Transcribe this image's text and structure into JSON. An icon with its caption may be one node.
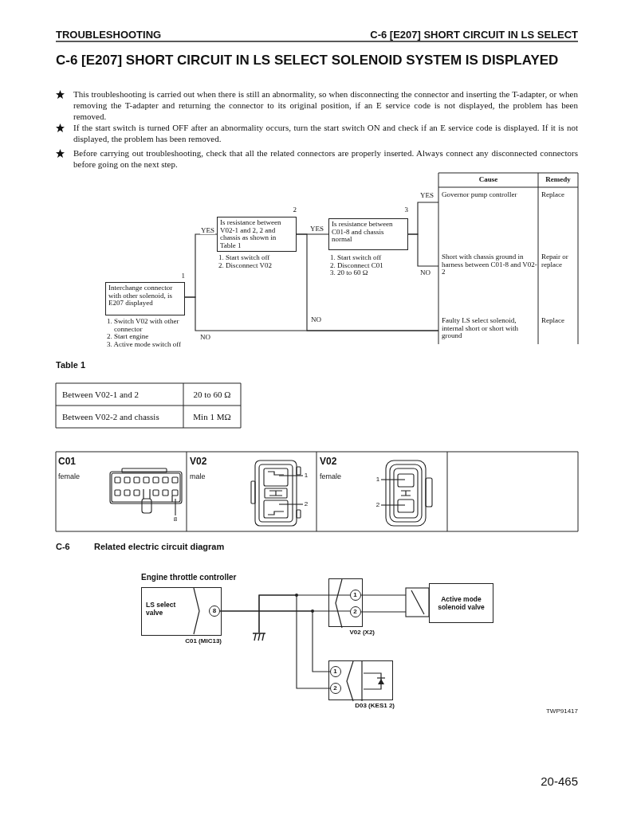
{
  "diagram": {
    "title": "C-6 [E207] SHORT CIRCUIT IN LS SELECT SOLENOID SYSTEM IS DISPLAYED",
    "nodes": [
      {
        "text": [
          "Interchange connector with other solenoid, is E207 displayed"
        ],
        "beside": [
          "1",
          "1. Switch V02 with other connector",
          "2. Start engine",
          "3. Active mode switch off"
        ]
      },
      {
        "text": [
          "Is resistance between V02-1 and 2, 2 and chassis as shown in Table 1"
        ],
        "beside": [
          "2",
          "1. Start switch off",
          "2. Disconnect V02"
        ]
      },
      {
        "text": [
          "Is resistance between C01-8 and chassis normal"
        ],
        "beside": [
          "3",
          "1. Start switch off",
          "2. Disconnect C01",
          "3. 20 to 60 Ω"
        ]
      },
      {
        "text": [
          "Governor pump controller",
          "Replace"
        ]
      },
      {
        "text": [
          "Short with chassis ground in harness between C01-8 and V02-2",
          "Repair or replace"
        ]
      },
      {
        "text": [
          "Faulty LS select solenoid, internal short or short with ground",
          "Replace"
        ]
      },
      {
        "text": [],
        "shape": "picture"
      },
      {
        "text": [
          "8"
        ]
      },
      {
        "text": [],
        "shape": "picture"
      },
      {
        "text": [
          "1"
        ]
      },
      {
        "text": [
          "2"
        ]
      },
      {
        "text": [],
        "shape": "picture"
      },
      {
        "text": [
          "1"
        ]
      },
      {
        "text": [
          "2"
        ]
      },
      {
        "text": [
          "Engine throttle controller",
          "LS select valve"
        ],
        "beside": [
          "C01 (MIC13)"
        ]
      },
      {
        "text": [
          "8"
        ],
        "in": 14
      },
      {
        "text": [],
        "shape": "ground"
      },
      {
        "text": [],
        "shape": "box",
        "beside": [
          "V02 (X2)"
        ]
      },
      {
        "text": [
          "1"
        ],
        "in": 17
      },
      {
        "text": [
          "2"
        ],
        "in": 17
      },
      {
        "text": [
          "Active mode solenoid valve"
        ]
      },
      {
        "text": [],
        "shape": "box",
        "beside": [
          "D03 (KES1 2)"
        ]
      },
      {
        "text": [
          "1"
        ],
        "in": 21
      },
      {
        "text": [
          "2"
        ],
        "in": 21
      }
    ],
    "edges": [
      {
        "from": 0,
        "to": 1,
        "arrow": "none",
        "label": "YES"
      },
      {
        "from": 0,
        "to": 5,
        "arrow": "none",
        "label": "NO"
      },
      {
        "from": 1,
        "to": 2,
        "arrow": "none",
        "label": "YES"
      },
      {
        "from": 1,
        "to": 5,
        "arrow": "none",
        "label": "NO"
      },
      {
        "from": 2,
        "to": 3,
        "arrow": "none",
        "label": "YES"
      },
      {
        "from": 2,
        "to": 4,
        "arrow": "none",
        "label": "NO"
      },
      {
        "from": 7,
        "to": 6,
        "arrow": "none"
      },
      {
        "from": 9,
        "to": 8,
        "arrow": "none"
      },
      {
        "from": 10,
        "to": 8,
        "arrow": "none"
      },
      {
        "from": 12,
        "to": 11,
        "arrow": "none"
      },
      {
        "from": 13,
        "to": 11,
        "arrow": "none"
      },
      {
        "from": 15,
        "to": 19,
        "arrow": "none"
      },
      {
        "from": 15,
        "to": 22,
        "arrow": "none"
      },
      {
        "from": 16,
        "to": 18,
        "arrow": "none"
      },
      {
        "from": 16,
        "to": 23,
        "arrow": "none"
      },
      {
        "from": 18,
        "to": 20,
        "arrow": "none"
      },
      {
        "from": 19,
        "to": 20,
        "arrow": "none"
      }
    ],
    "labels": [
      "TROUBLESHOOTING",
      "C-6 [E207] SHORT CIRCUIT IN LS SELECT",
      "This troubleshooting is carried out when there is still an abnormality, so when disconnecting the connector and inserting the T-adapter, or when removing the T-adapter and returning the connector to its original position, if an E service code is not displayed, the problem has been removed.",
      "If the start switch is turned OFF after an abnormality occurs, turn the start switch ON and check if an E service code is displayed. If it is not displayed, the problem has been removed.",
      "Before carrying out troubleshooting, check that all the related connectors are properly inserted. Always connect any disconnected connectors before going on the next step.",
      "Cause",
      "Remedy",
      "Table 1",
      "Between V02-1 and 2",
      "20 to 60 Ω",
      "Between V02-2 and chassis",
      "Min 1 MΩ",
      "C01",
      "female",
      "V02",
      "male",
      "V02",
      "female",
      "C-6",
      "Related electric circuit diagram",
      "TWP91417",
      "20-465"
    ]
  }
}
